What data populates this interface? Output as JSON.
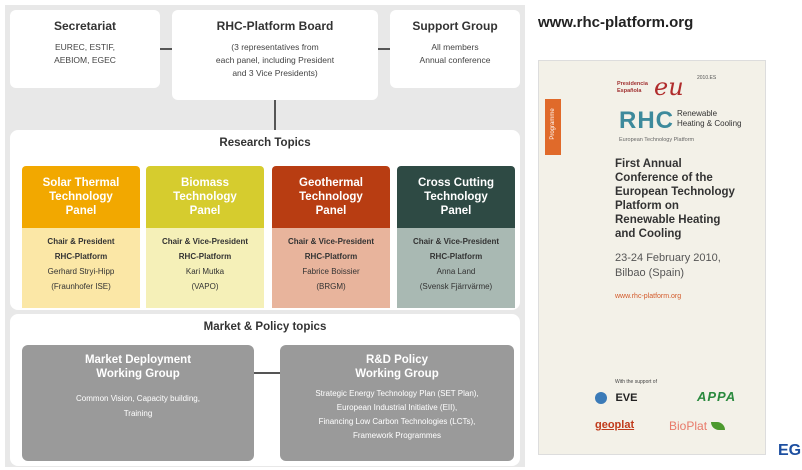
{
  "board": {
    "secretariat": {
      "title": "Secretariat",
      "lines": [
        "EUREC, ESTIF,",
        "AEBIOM, EGEC"
      ]
    },
    "platform_board": {
      "title": "RHC-Platform Board",
      "lines": [
        "(3 representatives from",
        "each panel, including President",
        "and 3 Vice Presidents)"
      ]
    },
    "support_group": {
      "title": "Support Group",
      "lines": [
        "All members",
        "Annual conference"
      ]
    }
  },
  "research_topics": {
    "title": "Research Topics",
    "panels": [
      {
        "head": [
          "Solar Thermal",
          "Technology",
          "Panel"
        ],
        "color": "#f2a800",
        "body_color": "#fbe7a6",
        "role": "Chair & President",
        "org": "RHC-Platform",
        "name": "Gerhard Stryi-Hipp",
        "affil": "(Fraunhofer ISE)"
      },
      {
        "head": [
          "Biomass",
          "Technology",
          "Panel"
        ],
        "color": "#d6cc2e",
        "body_color": "#f5f0b8",
        "role": "Chair & Vice-President",
        "org": "RHC-Platform",
        "name": "Kari Mutka",
        "affil": "(VAPO)"
      },
      {
        "head": [
          "Geothermal",
          "Technology",
          "Panel"
        ],
        "color": "#b83d12",
        "body_color": "#e8b49c",
        "role": "Chair & Vice-President",
        "org": "RHC-Platform",
        "name": "Fabrice Boissier",
        "affil": "(BRGM)"
      },
      {
        "head": [
          "Cross Cutting",
          "Technology",
          "Panel"
        ],
        "color": "#2e4a44",
        "body_color": "#a9b9b3",
        "role": "Chair & Vice-President",
        "org": "RHC-Platform",
        "name": "Anna Land",
        "affil": "(Svensk Fjärrvärme)"
      }
    ]
  },
  "market_policy": {
    "title": "Market & Policy topics",
    "market": {
      "title": [
        "Market Deployment",
        "Working Group"
      ],
      "lines": [
        "Common Vision, Capacity building,",
        "Training"
      ]
    },
    "rd": {
      "title": [
        "R&D Policy",
        "Working Group"
      ],
      "lines": [
        "Strategic Energy Technology Plan (SET Plan),",
        "European Industrial Initiative (EII),",
        "Financing Low Carbon Technologies (LCTs),",
        "Framework Programmes"
      ]
    }
  },
  "website": "www.rhc-platform.org",
  "poster": {
    "tab": "Programme",
    "presidencia": [
      "Presidencia",
      "Española"
    ],
    "eu_mark": "eu",
    "year": "2010.ES",
    "logo_letters": "RHC",
    "logo_text": [
      "Renewable",
      "Heating & Cooling"
    ],
    "logo_sub": "European Technology Platform",
    "conference": [
      "First Annual",
      "Conference of the",
      "European Technology",
      "Platform on",
      "Renewable Heating",
      "and Cooling"
    ],
    "dates": [
      "23-24 February 2010,",
      "Bilbao (Spain)"
    ],
    "site": "www.rhc-platform.org",
    "support": "With the support of",
    "sponsors": [
      "EVE",
      "APPA",
      "geoplat",
      "BioPlat"
    ]
  },
  "corner_logo": "EGE"
}
